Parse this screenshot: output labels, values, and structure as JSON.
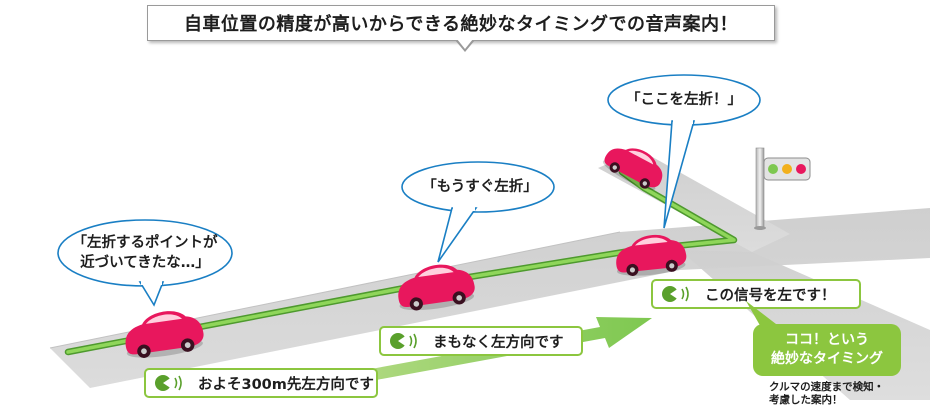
{
  "title": "自車位置の精度が高いからできる絶妙なタイミングでの音声案内！",
  "bubbles": {
    "first": [
      "「左折するポイントが",
      "近づいてきたな…」"
    ],
    "second": "「もうすぐ左折」",
    "third": "「ここを左折！」"
  },
  "guidance": {
    "g300": "およそ300m先左方向です",
    "soon": "まもなく左方向です",
    "signal": "この信号を左です！"
  },
  "callout": {
    "line1": "ココ！という",
    "line2": "絶妙なタイミング"
  },
  "note": {
    "line1": "クルマの速度まで検知・",
    "line2": "考慮した案内！"
  },
  "colors": {
    "route": "#7ec850",
    "accent": "#8cc63f",
    "car": "#e8175d",
    "road": "#d4d4d4"
  }
}
